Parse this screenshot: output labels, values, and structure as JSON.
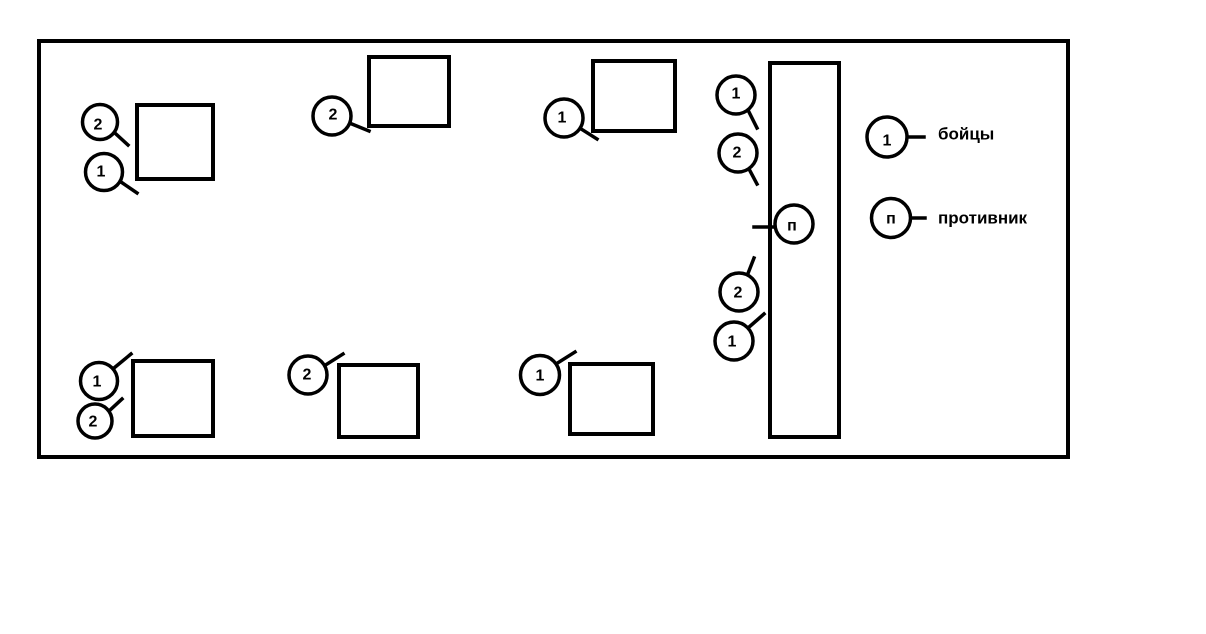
{
  "colors": {
    "stroke": "#000000",
    "background": "#ffffff"
  },
  "diagram": {
    "tokens": {
      "squad_2_upper_left": "2",
      "squad_1_upper_left": "1",
      "squad_2_upper_mid": "2",
      "squad_1_upper_right": "1",
      "squad_1_wall_upper": "1",
      "squad_2_wall_upper": "2",
      "enemy": "п",
      "squad_2_wall_lower": "2",
      "squad_1_wall_lower": "1",
      "squad_1_lower_left": "1",
      "squad_2_lower_left": "2",
      "squad_2_lower_mid": "2",
      "squad_1_lower_right": "1"
    }
  },
  "legend": {
    "fighters": {
      "symbol": "1",
      "label": "бойцы"
    },
    "enemy": {
      "symbol": "п",
      "label": "противник"
    }
  }
}
